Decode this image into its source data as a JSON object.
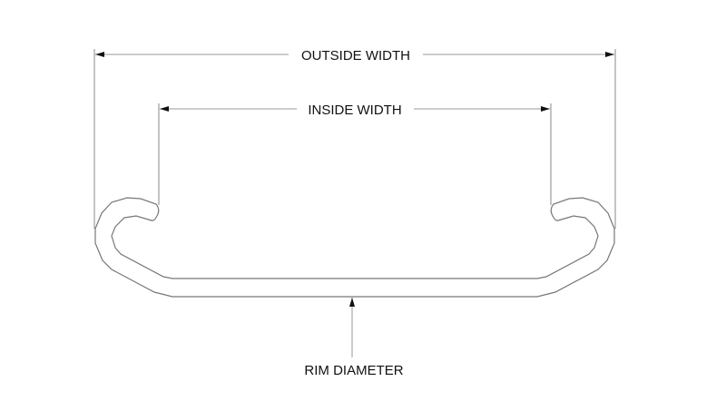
{
  "diagram": {
    "labels": {
      "outside_width": "OUTSIDE WIDTH",
      "inside_width": "INSIDE WIDTH",
      "rim_diameter": "RIM DIAMETER"
    },
    "colors": {
      "line": "#777777",
      "text": "#111111"
    }
  }
}
